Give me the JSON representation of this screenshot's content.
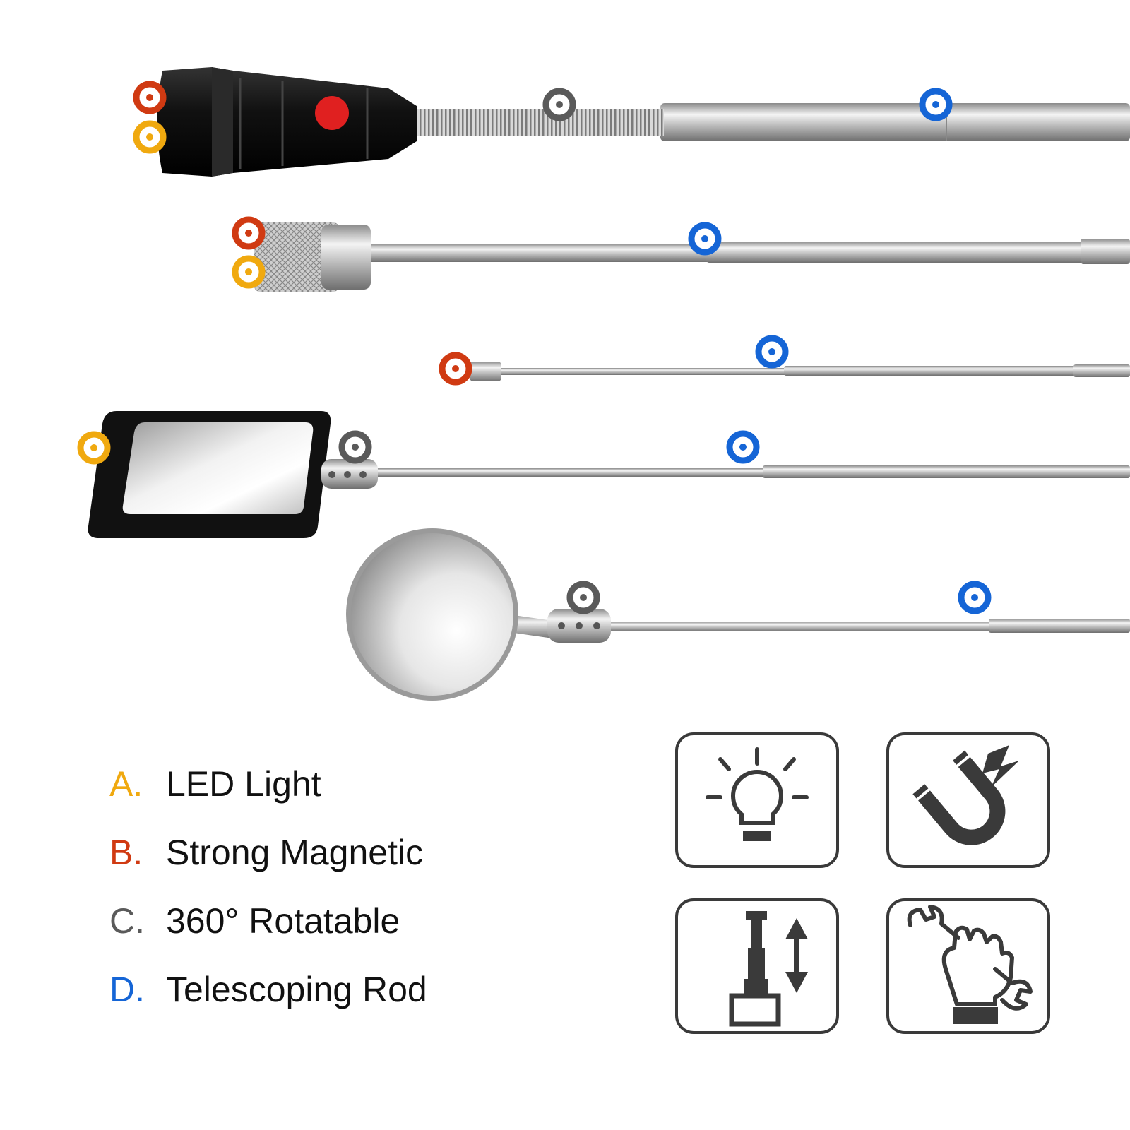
{
  "colors": {
    "led_marker": "#f0a90f",
    "magnetic_marker": "#d03a12",
    "rotatable_marker": "#5a5a5a",
    "telescoping_marker": "#1565d6",
    "icon_stroke": "#3a3a3a"
  },
  "legend": [
    {
      "letter": "A.",
      "label": "LED Light",
      "color": "#f0a90f",
      "icon": "light-bulb-icon"
    },
    {
      "letter": "B.",
      "label": "Strong Magnetic",
      "color": "#d03a12",
      "icon": "magnet-icon"
    },
    {
      "letter": "C.",
      "label": "360° Rotatable",
      "color": "#5a5a5a",
      "icon": "telescoping-rod-icon"
    },
    {
      "letter": "D.",
      "label": "Telescoping Rod",
      "color": "#1565d6",
      "icon": "hand-wrench-icon"
    }
  ],
  "tools": [
    {
      "name": "led-flexible-magnetic-pickup",
      "markers": [
        "magnetic",
        "led",
        "rotatable",
        "telescoping"
      ]
    },
    {
      "name": "led-magnetic-pickup",
      "markers": [
        "magnetic",
        "led",
        "telescoping"
      ]
    },
    {
      "name": "mini-magnetic-pickup",
      "markers": [
        "magnetic",
        "telescoping"
      ]
    },
    {
      "name": "rectangular-led-inspection-mirror",
      "markers": [
        "led",
        "rotatable",
        "telescoping"
      ]
    },
    {
      "name": "round-inspection-mirror",
      "markers": [
        "rotatable",
        "telescoping"
      ]
    }
  ]
}
